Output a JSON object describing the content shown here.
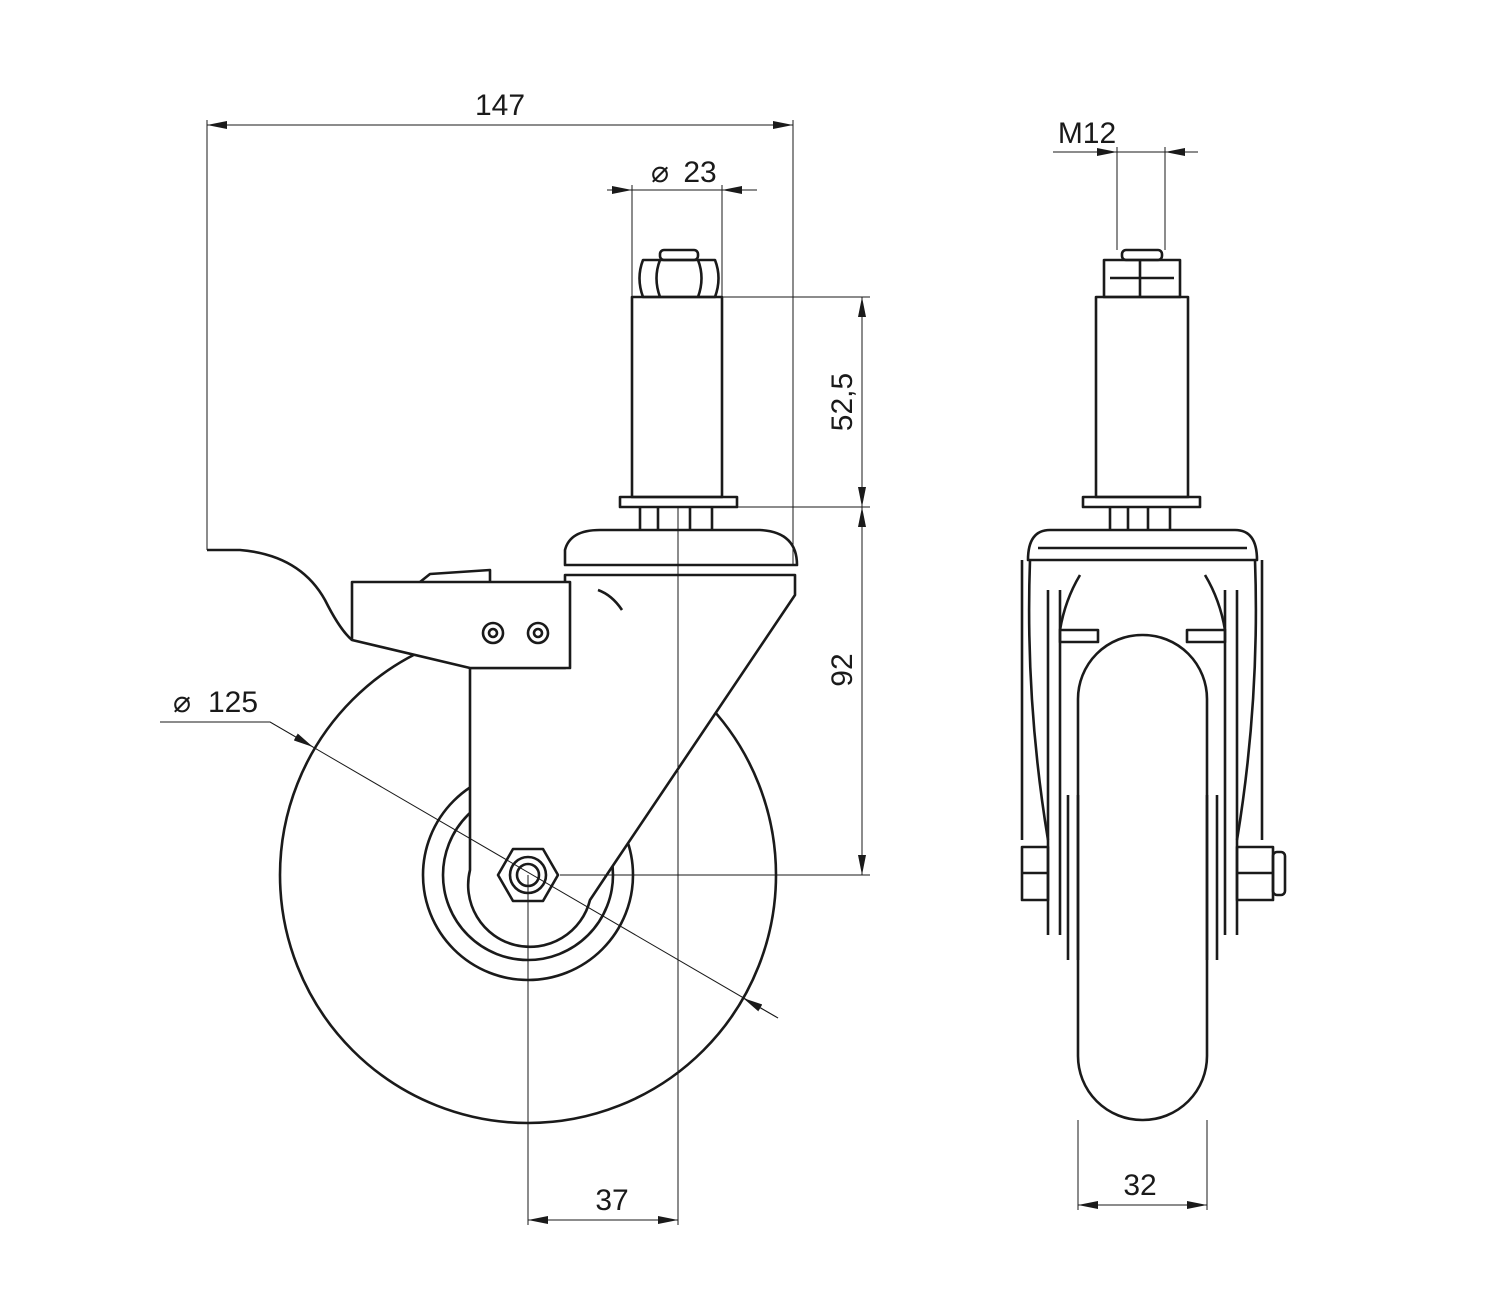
{
  "drawing": {
    "title": "Swivel castor with brake and threaded stem - dimension drawing",
    "dimensions": {
      "overall_length": "147",
      "stem_diameter": "23",
      "stem_height": "52,5",
      "fork_height": "92",
      "wheel_diameter": "125",
      "swivel_offset": "37",
      "thread": "M12",
      "wheel_width": "32"
    },
    "diameter_symbol": "⌀",
    "line_color": "#1a1a1a"
  }
}
